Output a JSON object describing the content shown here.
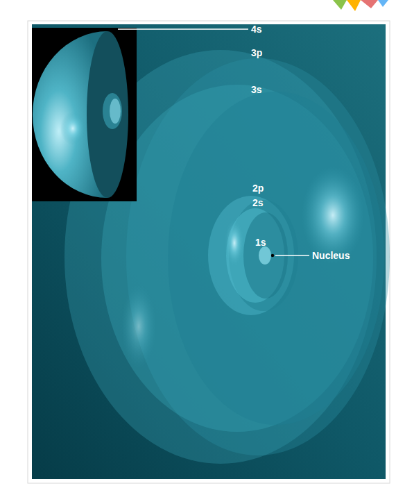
{
  "diagram": {
    "labels": [
      "4s",
      "3p",
      "3s",
      "2p",
      "2s",
      "1s",
      "Nucleus"
    ]
  }
}
